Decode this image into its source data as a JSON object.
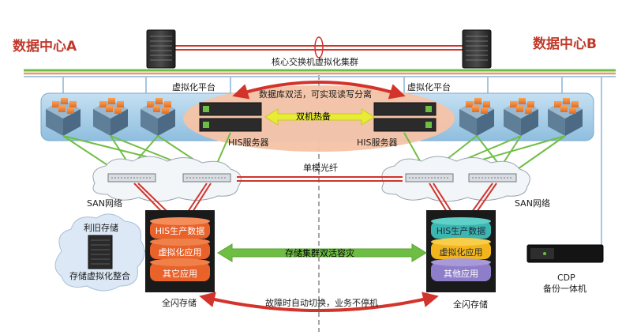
{
  "titles": {
    "center_a": "数据中心A",
    "center_b": "数据中心B"
  },
  "core": {
    "label": "核心交换机虚拟化集群"
  },
  "virtualization": {
    "left_label": "虚拟化平台",
    "right_label": "虚拟化平台"
  },
  "his": {
    "active_active": "数据库双活，可实现读写分离",
    "hot_standby": "双机热备",
    "left_server": "HIS服务器",
    "right_server": "HIS服务器"
  },
  "san": {
    "fiber_label": "单模光纤",
    "left_label": "SAN网络",
    "right_label": "SAN网络"
  },
  "storage_left": {
    "layers": [
      "HIS生产数据",
      "虚拟化应用",
      "其它应用"
    ],
    "caption": "全闪存储"
  },
  "storage_right": {
    "layers": [
      "HIS生产数据",
      "虚拟化应用",
      "其他应用"
    ],
    "caption": "全闪存储"
  },
  "storage_link": {
    "label": "存储集群双活容灾"
  },
  "failover": {
    "label": "故障时自动切换，业务不停机"
  },
  "legacy": {
    "title": "利旧存储",
    "caption": "存储虚拟化整合"
  },
  "cdp": {
    "line1": "CDP",
    "line2": "备份一体机"
  },
  "colors": {
    "title_red": "#c0392b",
    "link_red": "#d2342c",
    "link_green": "#6fbe44",
    "platform_blue": "#a9cfe8",
    "his_ellipse": "#f5c3a6",
    "stack_left": "#e8622a",
    "stack_right_top": "#3cb6b0",
    "stack_right_mid": "#f2b51d",
    "stack_right_bot": "#8e7ec9"
  }
}
